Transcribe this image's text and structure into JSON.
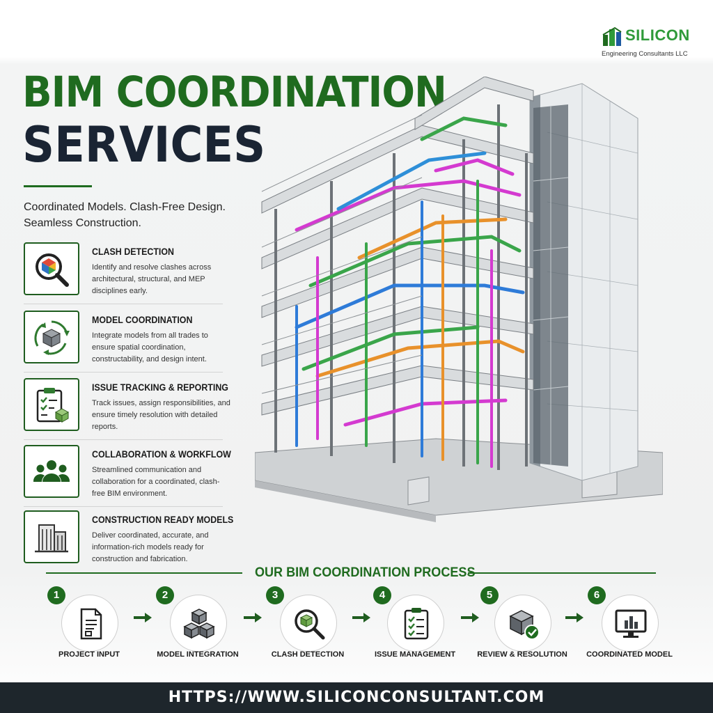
{
  "brand": {
    "name": "SILICON",
    "subtitle": "Engineering Consultants LLC",
    "color": "#2f9a3a"
  },
  "hero": {
    "title_line1": "BIM COORDINATION",
    "title_line2": "SERVICES",
    "tagline": "Coordinated Models. Clash-Free Design. Seamless Construction."
  },
  "services": [
    {
      "icon": "magnifier-cube-icon",
      "title": "CLASH DETECTION",
      "description": "Identify and resolve clashes across architectural, structural, and MEP disciplines early."
    },
    {
      "icon": "cube-cycle-icon",
      "title": "MODEL COORDINATION",
      "description": "Integrate models from all trades to ensure spatial coordination, constructability, and design intent."
    },
    {
      "icon": "clipboard-checklist-icon",
      "title": "ISSUE TRACKING & REPORTING",
      "description": "Track issues, assign responsibilities, and ensure timely resolution with detailed reports."
    },
    {
      "icon": "team-icon",
      "title": "COLLABORATION & WORKFLOW",
      "description": "Streamlined communication and collaboration for a coordinated, clash-free BIM environment."
    },
    {
      "icon": "building-icon",
      "title": "CONSTRUCTION READY MODELS",
      "description": "Deliver coordinated, accurate, and information-rich models ready for construction and fabrication."
    }
  ],
  "process": {
    "title": "OUR BIM COORDINATION PROCESS",
    "steps": [
      {
        "number": "1",
        "label": "PROJECT INPUT",
        "icon": "document-icon"
      },
      {
        "number": "2",
        "label": "MODEL INTEGRATION",
        "icon": "cubes-stack-icon"
      },
      {
        "number": "3",
        "label": "CLASH DETECTION",
        "icon": "magnifier-cube-icon"
      },
      {
        "number": "4",
        "label": "ISSUE MANAGEMENT",
        "icon": "clipboard-checklist-icon"
      },
      {
        "number": "5",
        "label": "REVIEW & RESOLUTION",
        "icon": "cube-check-icon"
      },
      {
        "number": "6",
        "label": "COORDINATED MODEL",
        "icon": "monitor-chart-icon"
      }
    ]
  },
  "footer": {
    "url": "HTTPS://WWW.SILICONCONSULTANT.COM"
  },
  "colors": {
    "accent": "#1f6b1f",
    "dark": "#1a2433",
    "footer_bg": "#1e262c"
  }
}
